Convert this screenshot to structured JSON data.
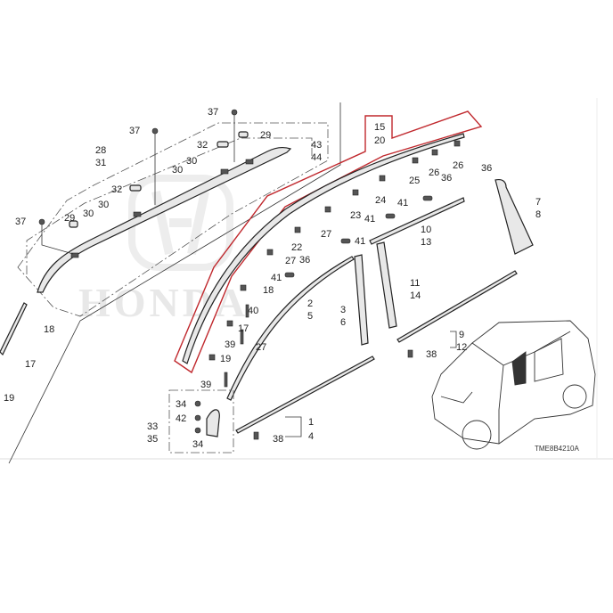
{
  "diagram": {
    "callouts": [
      "37",
      "37",
      "37",
      "29",
      "29",
      "32",
      "32",
      "28",
      "31",
      "43",
      "44",
      "30",
      "30",
      "30",
      "30",
      "15",
      "20",
      "26",
      "26",
      "25",
      "24",
      "23",
      "22",
      "27",
      "27",
      "27",
      "36",
      "36",
      "36",
      "36",
      "41",
      "41",
      "41",
      "41",
      "10",
      "13",
      "7",
      "8",
      "18",
      "40",
      "17",
      "39",
      "19",
      "39",
      "2",
      "5",
      "3",
      "6",
      "11",
      "14",
      "9",
      "12",
      "38",
      "1",
      "4",
      "38",
      "33",
      "35",
      "34",
      "42",
      "34",
      "18",
      "17",
      "19"
    ],
    "diagram_code": "TME8B4210A",
    "watermark": "HONDA",
    "highlight_color": "#c0282d"
  }
}
